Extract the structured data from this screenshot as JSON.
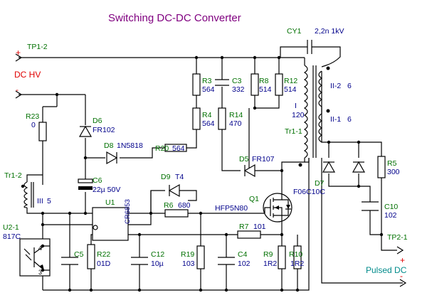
{
  "title": "Switching DC-DC Converter",
  "inputs": {
    "terminal_plus": "TP1-2",
    "plus_sign": "+",
    "minus_sign": "-",
    "dc_hv": "DC HV"
  },
  "outputs": {
    "terminal_plus": "TP2-1",
    "plus_sign": "+",
    "minus_sign": "-",
    "pulsed_dc": "Pulsed DC"
  },
  "components": {
    "cy1": {
      "ref": "CY1",
      "value": "2,2n 1kV"
    },
    "r3": {
      "ref": "R3",
      "value": "564"
    },
    "r4": {
      "ref": "R4",
      "value": "564"
    },
    "c3": {
      "ref": "C3",
      "value": "332"
    },
    "r8": {
      "ref": "R8",
      "value": "514"
    },
    "r12": {
      "ref": "R12",
      "value": "514"
    },
    "r14": {
      "ref": "R14",
      "value": "470"
    },
    "r23": {
      "ref": "R23",
      "value": "0"
    },
    "d6": {
      "ref": "D6",
      "value": "FR102"
    },
    "d8": {
      "ref": "D8",
      "value": "1N5818"
    },
    "r20": {
      "ref": "R20",
      "value": "564"
    },
    "c6": {
      "ref": "C6",
      "value": "22µ 50V"
    },
    "d5": {
      "ref": "D5",
      "value": "FR107"
    },
    "d9": {
      "ref": "D9",
      "value": "T4"
    },
    "r6": {
      "ref": "R6",
      "value": "680"
    },
    "u1": {
      "ref": "U1",
      "value": "CR6853"
    },
    "q1": {
      "ref": "Q1",
      "value": "HFP5N80"
    },
    "r7": {
      "ref": "R7",
      "value": "101"
    },
    "c5": {
      "ref": "C5",
      "value": ""
    },
    "r22": {
      "ref": "R22",
      "value": "01D"
    },
    "c12": {
      "ref": "C12",
      "value": "10µ"
    },
    "r19": {
      "ref": "R19",
      "value": "103"
    },
    "c4": {
      "ref": "C4",
      "value": "102"
    },
    "r9": {
      "ref": "R9",
      "value": "1R2"
    },
    "r10": {
      "ref": "R10",
      "value": "1R2"
    },
    "u2": {
      "ref": "U2-1",
      "value": "817C"
    },
    "r5": {
      "ref": "R5",
      "value": "300"
    },
    "d7": {
      "ref": "D7",
      "value": "F06C10C"
    },
    "c10": {
      "ref": "C10",
      "value": "102"
    }
  },
  "transformer": {
    "tr1_1": "Tr1-1",
    "tr1_2": "Tr1-2",
    "primary_i": "I",
    "primary_turns": "120",
    "sec_ii2": "II-2",
    "sec_ii2_turns": "6",
    "sec_ii1": "II-1",
    "sec_ii1_turns": "6",
    "aux_iii": "III",
    "aux_turns": "5"
  },
  "pins": {
    "u2_pin4": "4",
    "u2_pin3": "3"
  }
}
